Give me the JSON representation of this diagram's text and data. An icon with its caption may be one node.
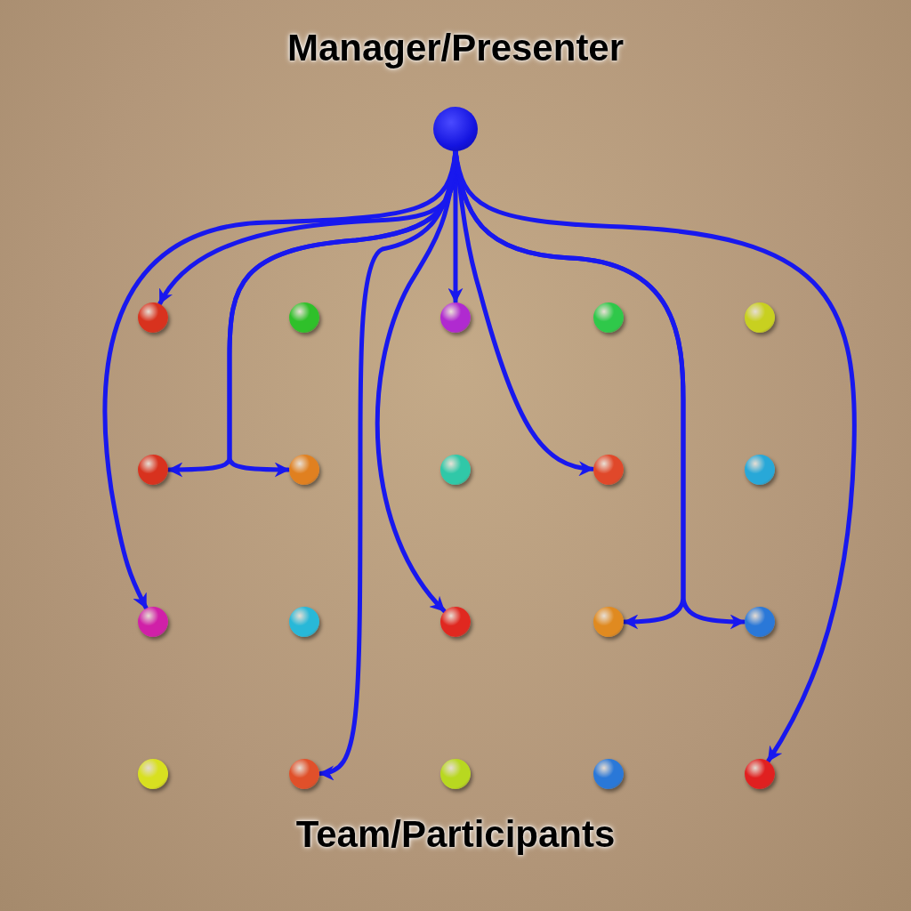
{
  "diagram": {
    "nodes": [
      {
        "text": [
          "Manager/Presenter"
        ]
      },
      {
        "text": [],
        "shape": "circle"
      },
      {
        "text": [],
        "shape": "circle"
      },
      {
        "text": [],
        "shape": "circle"
      },
      {
        "text": [],
        "shape": "circle"
      },
      {
        "text": [],
        "shape": "circle"
      },
      {
        "text": [],
        "shape": "circle"
      },
      {
        "text": [],
        "shape": "circle"
      },
      {
        "text": [],
        "shape": "circle"
      },
      {
        "text": [],
        "shape": "circle"
      },
      {
        "text": [],
        "shape": "circle"
      },
      {
        "text": [],
        "shape": "circle"
      },
      {
        "text": [],
        "shape": "circle"
      },
      {
        "text": [],
        "shape": "circle"
      },
      {
        "text": [],
        "shape": "circle"
      },
      {
        "text": [],
        "shape": "circle"
      },
      {
        "text": [],
        "shape": "circle"
      },
      {
        "text": [],
        "shape": "circle"
      },
      {
        "text": [],
        "shape": "circle"
      },
      {
        "text": [],
        "shape": "circle"
      },
      {
        "text": [],
        "shape": "circle"
      }
    ],
    "edges": [
      {
        "from": 0,
        "to": 1,
        "arrow": "to"
      },
      {
        "from": 0,
        "to": 3,
        "arrow": "to"
      },
      {
        "from": 0,
        "to": 6,
        "arrow": "to"
      },
      {
        "from": 0,
        "to": 7,
        "arrow": "to"
      },
      {
        "from": 0,
        "to": 9,
        "arrow": "to"
      },
      {
        "from": 0,
        "to": 11,
        "arrow": "to"
      },
      {
        "from": 0,
        "to": 13,
        "arrow": "to"
      },
      {
        "from": 0,
        "to": 14,
        "arrow": "to"
      },
      {
        "from": 0,
        "to": 15,
        "arrow": "to"
      },
      {
        "from": 0,
        "to": 17,
        "arrow": "to"
      },
      {
        "from": 0,
        "to": 20,
        "arrow": "to"
      }
    ],
    "labels": [
      "Team/Participants"
    ]
  }
}
